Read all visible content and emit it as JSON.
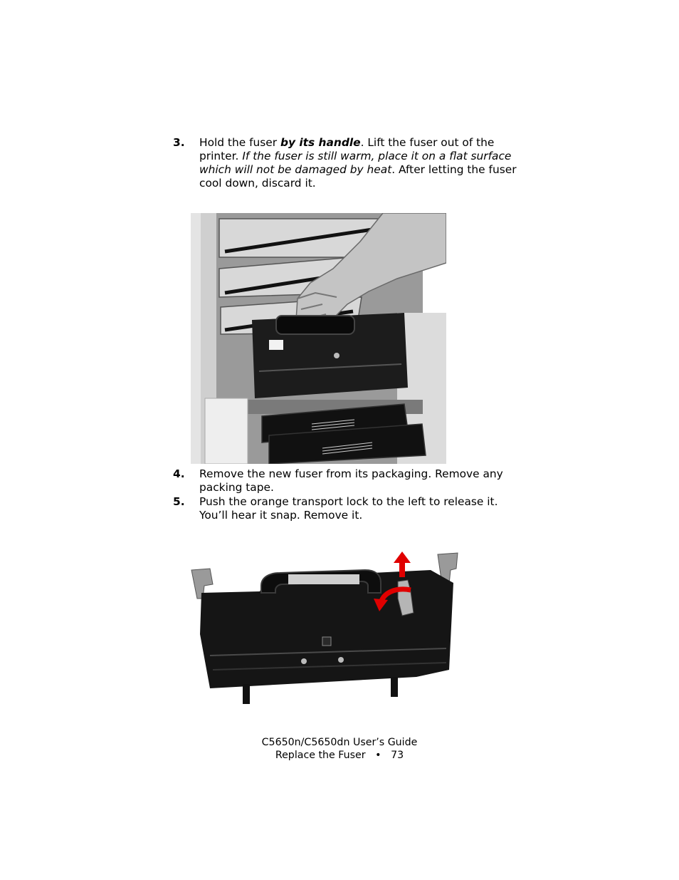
{
  "steps": {
    "s3": {
      "num": "3.",
      "p1": "Hold the fuser ",
      "p2": "by its handle",
      "p3": ".  Lift the fuser out of the printer. ",
      "p4": "If the fuser is still warm, place it on a flat surface which will not be damaged by heat",
      "p5": ". After letting the fuser cool down, discard it."
    },
    "s4": {
      "num": "4.",
      "text": "Remove the new fuser from its packaging.  Remove any packing tape."
    },
    "s5": {
      "num": "5.",
      "text": "Push the orange transport lock to the left to release it.  You’ll hear it snap.  Remove it."
    }
  },
  "footer": {
    "title": "C5650n/C5650dn User’s Guide",
    "section": "Replace the Fuser",
    "bullet": "•",
    "page": "73"
  }
}
